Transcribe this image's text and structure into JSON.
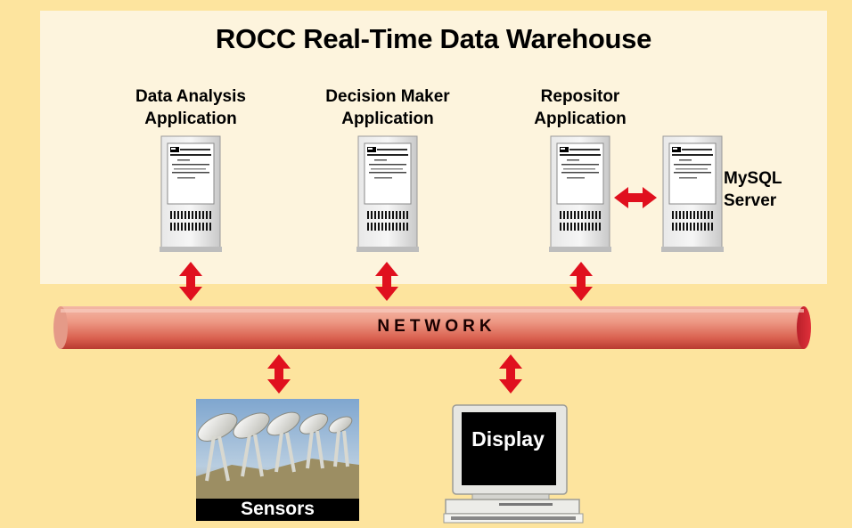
{
  "diagram": {
    "title": "ROCC Real-Time Data Warehouse",
    "applications": [
      {
        "line1": "Data Analysis",
        "line2": "Application"
      },
      {
        "line1": "Decision Maker",
        "line2": "Application"
      },
      {
        "line1": "Repositor",
        "line2": "Application"
      }
    ],
    "database": {
      "line1": "MySQL",
      "line2": "Server"
    },
    "network_label": "NETWORK",
    "display_label": "Display",
    "sensors_label": "Sensors"
  },
  "colors": {
    "outer_background": "#fde49e",
    "warehouse_background": "#fdf4dd",
    "arrow": "#e0101e",
    "network_pipe": "#e87f70"
  },
  "icons": [
    "server-icon",
    "double-arrow-icon",
    "computer-monitor-icon",
    "radio-telescope-photo"
  ]
}
